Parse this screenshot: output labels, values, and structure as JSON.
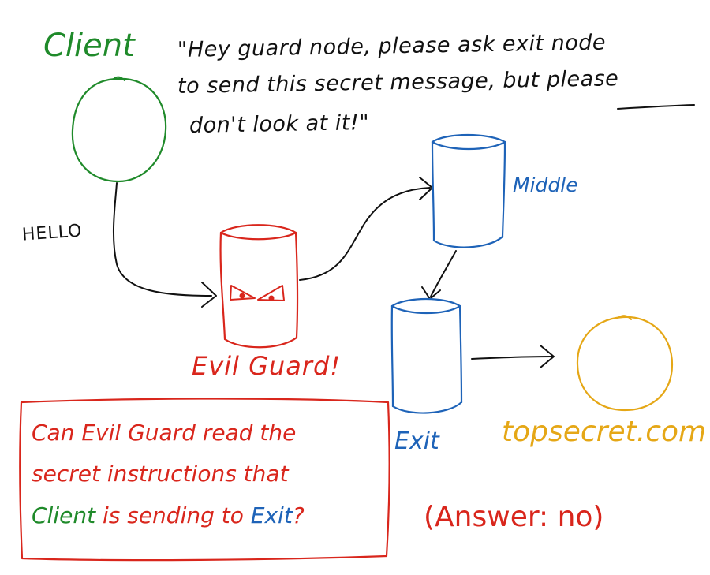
{
  "quote": {
    "line1": "\"Hey guard node, please ask exit node",
    "line2": "to send this secret message, but please",
    "line3": "don't look at it!\""
  },
  "nodes": {
    "client": "Client",
    "middle": "Middle",
    "evil_guard": "Evil Guard!",
    "exit": "Exit",
    "destination": "topsecret.com"
  },
  "message_label": "HELLO",
  "question": {
    "line1": "Can Evil Guard read the",
    "line2": "secret instructions that",
    "line3_a": "Client",
    "line3_b": " is sending to ",
    "line3_c": "Exit",
    "line3_d": "?"
  },
  "answer": "(Answer: no)",
  "colors": {
    "client": "#1f8a2a",
    "guard": "#d9261c",
    "relays": "#1e63b8",
    "destination": "#e5a716",
    "ink": "#111111"
  }
}
